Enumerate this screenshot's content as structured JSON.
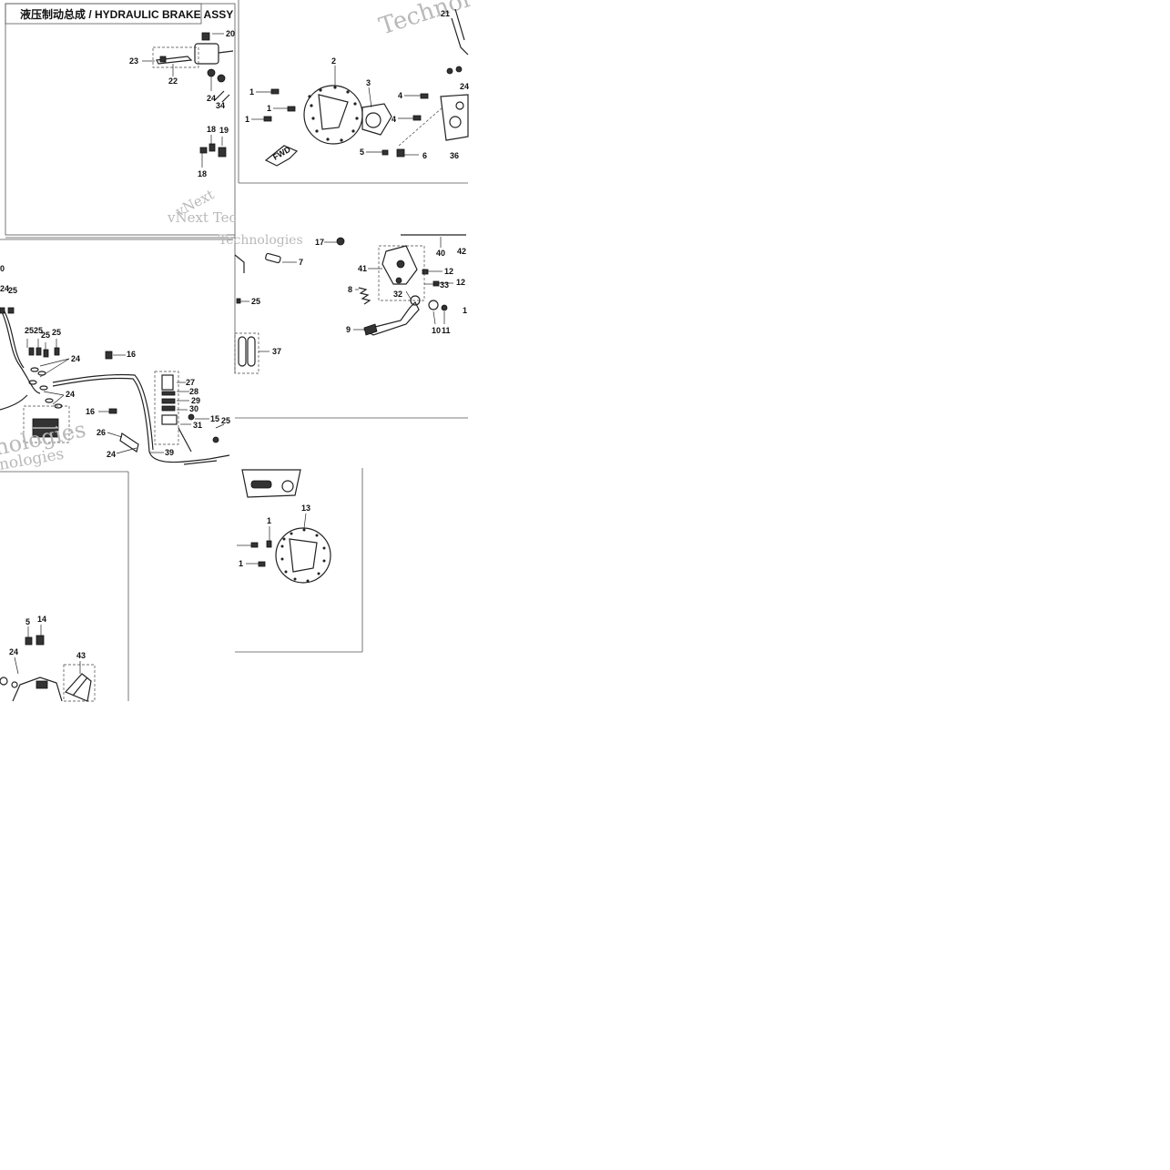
{
  "title": "液压制动总成 / HYDRAULIC BRAKE ASSY",
  "watermarks": [
    "vNext Tec",
    "vNext",
    "Technol",
    "nologies",
    "Technologies",
    "Techno"
  ],
  "callouts": {
    "tl": [
      "20",
      "23",
      "22",
      "24",
      "34",
      "18",
      "19",
      "18"
    ],
    "tr": [
      "21",
      "2",
      "3",
      "1",
      "1",
      "1",
      "4",
      "4",
      "5",
      "6",
      "24",
      "36"
    ],
    "fwd": "FWD",
    "ml": [
      "0",
      "24",
      "25",
      "25",
      "25",
      "25",
      "25",
      "24",
      "16",
      "27",
      "28",
      "29",
      "30",
      "31",
      "15",
      "24",
      "16",
      "26",
      "24",
      "39",
      "25"
    ],
    "mr": [
      "17",
      "7",
      "40",
      "42",
      "41",
      "12",
      "12",
      "8",
      "33",
      "32",
      "25",
      "9",
      "10",
      "11",
      "1",
      "37"
    ],
    "br": [
      "13",
      "1",
      "1"
    ],
    "bl": [
      "5",
      "14",
      "24",
      "43"
    ]
  }
}
